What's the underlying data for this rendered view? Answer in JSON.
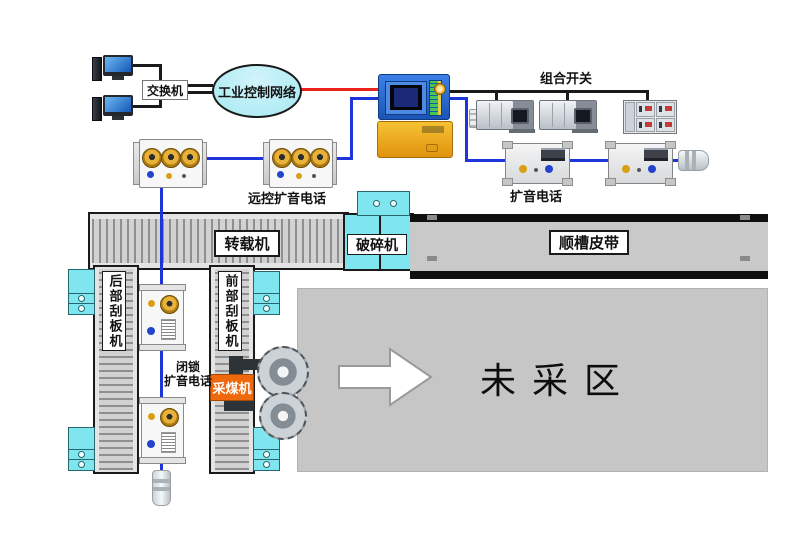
{
  "labels": {
    "switch": "交换机",
    "network": "工业控制网络",
    "combo_switch": "组合开关",
    "remote_phone": "远控扩音电话",
    "speaker_phone": "扩音电话",
    "transfer_conveyor": "转载机",
    "crusher": "破碎机",
    "trunk_belt": "顺槽皮带",
    "rear_scraper": "后部刮板机",
    "front_scraper": "前部刮板机",
    "lock_phone_line1": "闭锁",
    "lock_phone_line2": "扩音电话",
    "shearer": "采煤机",
    "unmined_area": "未采区"
  },
  "colors": {
    "blue-line": "#1d35db",
    "red-line": "#e8231c",
    "black-line": "#1a1a1a",
    "cyan-fill": "#7fe6ef",
    "cyan-light": "#a5e9f2",
    "belt-gray": "#d2d2d2",
    "belt-stripe": "#8f8f8f",
    "unmined-gray": "#c6c6c6",
    "controller-blue": "#2567d4",
    "power-yellow": "#f0a81e",
    "shearer-orange": "#f0680c"
  },
  "icons": {
    "computer-icon": "tower+monitor css shape",
    "network-cloud-icon": "cyan ellipse",
    "arrow-right-icon": "white block arrow svg",
    "saw-blade-icon": "dashed-border metal circle",
    "dial-icon": "gold radial circle",
    "plug-connector-icon": "rounded plug shape"
  }
}
